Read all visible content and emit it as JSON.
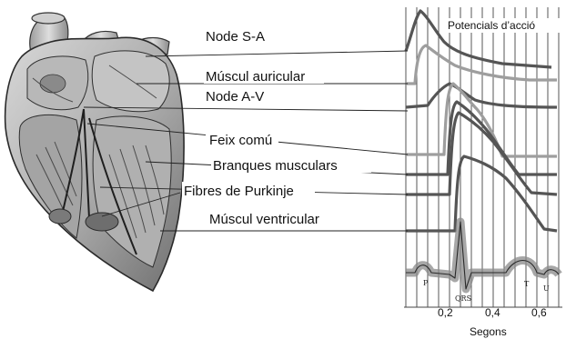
{
  "labels": {
    "sa_node": "Node S-A",
    "atrial_muscle": "Múscul auricular",
    "av_node": "Node A-V",
    "common_bundle": "Feix comú",
    "bundle_branches": "Branques musculars",
    "purkinje": "Fibres de Purkinje",
    "ventricular_muscle": "Múscul ventricular"
  },
  "panel_title": "Potencials d’acció",
  "axis": {
    "ticks": [
      "0,2",
      "0,4",
      "0,6"
    ],
    "label": "Segons"
  },
  "ecg_waves": [
    "P",
    "QRS",
    "T",
    "U"
  ],
  "colors": {
    "ink": "#1a1a1a",
    "heart_light": "#cfcfcf",
    "heart_mid": "#9a9a9a",
    "heart_dark": "#555555",
    "trace_dark": "#555555",
    "trace_light": "#9e9e9e",
    "ecg_band": "#8a8a8a"
  }
}
